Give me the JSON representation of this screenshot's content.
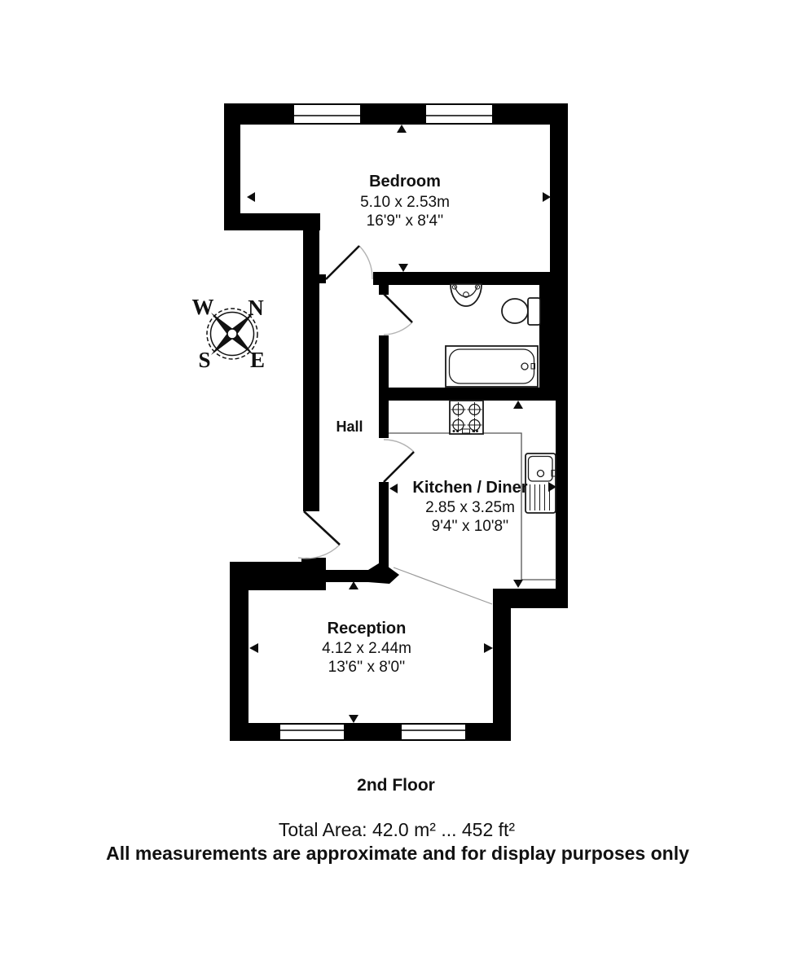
{
  "rooms": {
    "bedroom": {
      "name": "Bedroom",
      "metric": "5.10 x 2.53m",
      "imperial": "16'9'' x 8'4''"
    },
    "hall": {
      "name": "Hall"
    },
    "kitchen": {
      "name": "Kitchen / Diner",
      "metric": "2.85 x 3.25m",
      "imperial": "9'4'' x 10'8''"
    },
    "reception": {
      "name": "Reception",
      "metric": "4.12 x 2.44m",
      "imperial": "13'6'' x 8'0''"
    }
  },
  "compass": {
    "west": "W",
    "north": "N",
    "south": "S",
    "east": "E"
  },
  "footer": {
    "floor_label": "2nd Floor",
    "total_area": "Total Area: 42.0 m² ... 452 ft²",
    "disclaimer": "All measurements are approximate and for display purposes only"
  },
  "colors": {
    "wall": "#000000",
    "background": "#ffffff",
    "door_arc": "#b3b3b3"
  }
}
